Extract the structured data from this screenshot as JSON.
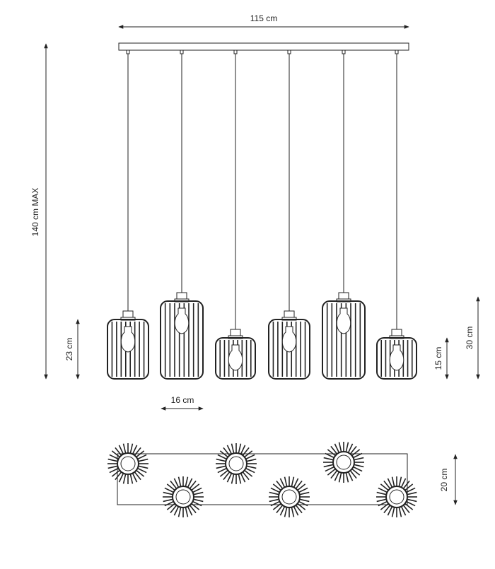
{
  "dimensions": {
    "width_top": "115 cm",
    "height_max": "140 cm MAX",
    "lamp_large": "23 cm",
    "lamp_small_width": "16 cm",
    "lamp_small_height": "15 cm",
    "lamp_tall": "30 cm",
    "depth_bottom": "20 cm"
  },
  "colors": {
    "line": "#222222",
    "bg": "#ffffff"
  },
  "lamps": [
    {
      "kind": "medium"
    },
    {
      "kind": "tall"
    },
    {
      "kind": "short"
    },
    {
      "kind": "medium"
    },
    {
      "kind": "tall"
    },
    {
      "kind": "short"
    }
  ],
  "top_view": {
    "count": 6
  }
}
